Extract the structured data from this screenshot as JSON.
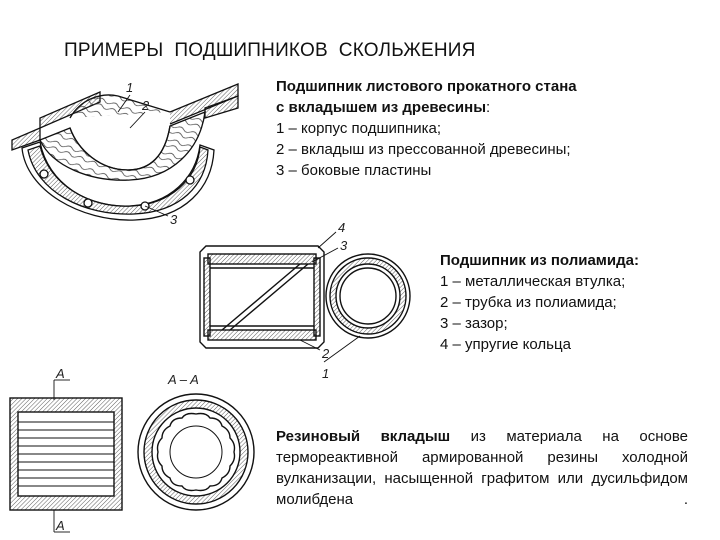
{
  "title": "ПРИМЕРЫ  ПОДШИПНИКОВ  СКОЛЬЖЕНИЯ",
  "block1": {
    "heading1": "Подшипник листового прокатного стана",
    "heading2": "с вкладышем из древесины",
    "heading_suffix": ":",
    "items": [
      "1 – корпус подшипника;",
      "2 – вкладыш из прессованной  древесины;",
      "3 –  боковые пластины"
    ]
  },
  "block2": {
    "heading": "Подшипник из полиамида:",
    "items": [
      "1 – металлическая втулка;",
      "2 – трубка из полиамида;",
      "3 – зазор;",
      "4 – упругие кольца"
    ]
  },
  "block3": {
    "highlight": "Резиновый вкладыш",
    "text_rest": " из материала на основе термореактивной армированной резины холодной вулканизации, насыщенной графитом или дусильфидом молибдена ."
  },
  "figure_labels": {
    "fig1": [
      "1",
      "2",
      "3"
    ],
    "fig2": [
      "4",
      "3",
      "2",
      "1"
    ],
    "fig3": [
      "A",
      "A – A",
      "A"
    ]
  },
  "colors": {
    "accent": "#1a1a1a",
    "hatch": "#555555"
  }
}
